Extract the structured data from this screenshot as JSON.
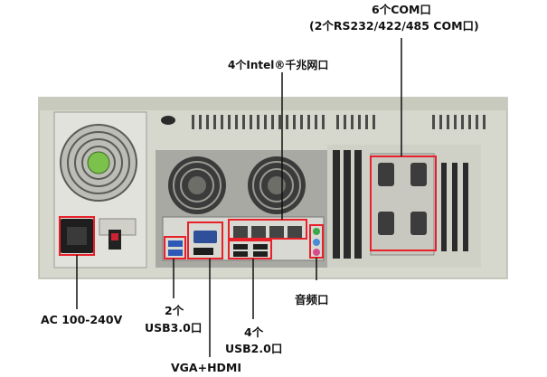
{
  "labels": {
    "com_title": "6个COM口",
    "com_sub": "(2个RS232/422/485 COM口)",
    "lan": "4个Intel®千兆网口",
    "audio": "音频口",
    "ac": "AC 100-240V",
    "usb3_count": "2个",
    "usb3": "USB3.0口",
    "usb2_count": "4个",
    "usb2": "USB2.0口",
    "vga_hdmi": "VGA+HDMI"
  },
  "colors": {
    "callout_box": "#e8202a",
    "leader_line": "#111111",
    "chassis": "#d3d4c9"
  }
}
